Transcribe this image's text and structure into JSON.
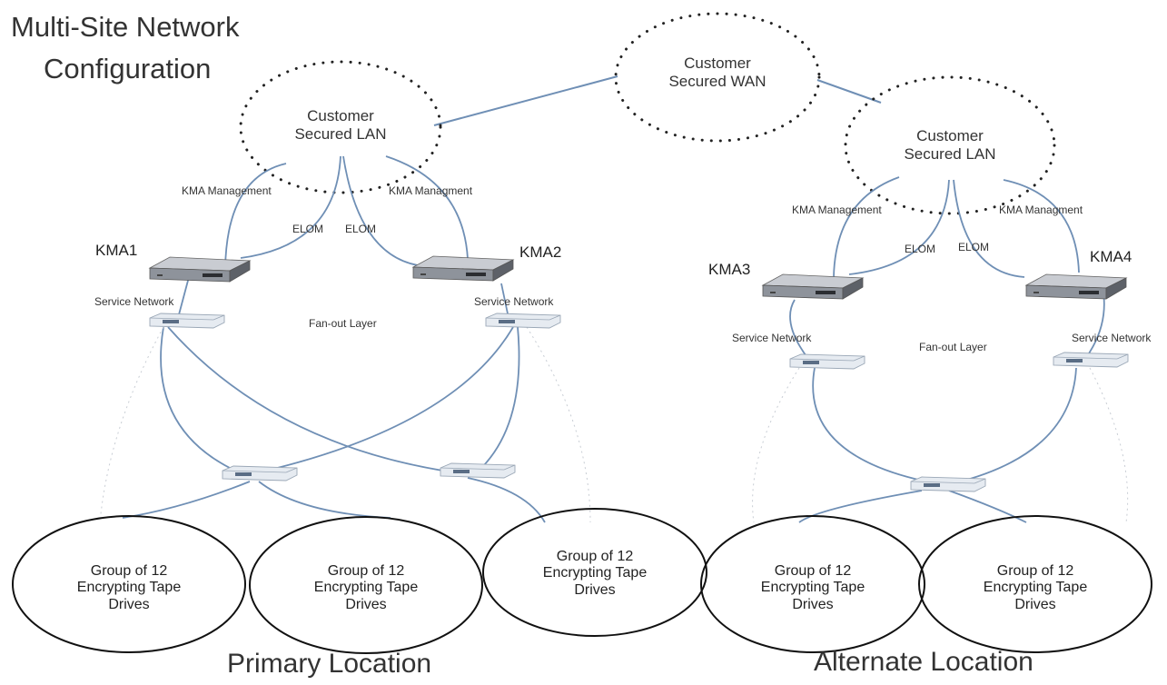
{
  "title_line1": "Multi-Site Network",
  "title_line2": "Configuration",
  "wan_cloud": {
    "line1": "Customer",
    "line2": "Secured WAN"
  },
  "primary": {
    "lan_line1": "Customer",
    "lan_line2": "Secured LAN",
    "kma_mgmt_left": "KMA Management",
    "kma_mgmt_right": "KMA Managment",
    "elom_left": "ELOM",
    "elom_right": "ELOM",
    "kma_left": "KMA1",
    "kma_right": "KMA2",
    "service_left": "Service Network",
    "service_right": "Service Network",
    "fanout": "Fan-out Layer",
    "groups": [
      {
        "line1": "Group of 12",
        "line2": "Encrypting Tape",
        "line3": "Drives"
      },
      {
        "line1": "Group of 12",
        "line2": "Encrypting Tape",
        "line3": "Drives"
      },
      {
        "line1": "Group of 12",
        "line2": "Encrypting Tape",
        "line3": "Drives"
      }
    ],
    "location": "Primary Location"
  },
  "alternate": {
    "lan_line1": "Customer",
    "lan_line2": "Secured LAN",
    "kma_mgmt_left": "KMA Management",
    "kma_mgmt_right": "KMA Managment",
    "elom_left": "ELOM",
    "elom_right": "ELOM",
    "kma_left": "KMA3",
    "kma_right": "KMA4",
    "service_left": "Service Network",
    "service_right": "Service Network",
    "fanout": "Fan-out Layer",
    "groups": [
      {
        "line1": "Group of 12",
        "line2": "Encrypting Tape",
        "line3": "Drives"
      },
      {
        "line1": "Group of 12",
        "line2": "Encrypting Tape",
        "line3": "Drives"
      }
    ],
    "location": "Alternate Location"
  },
  "colors": {
    "link": "#6f8fb5",
    "outline": "#111111",
    "device_top": "#c9ccd2",
    "device_front": "#7c8088",
    "switch": "#dfe5ec"
  }
}
